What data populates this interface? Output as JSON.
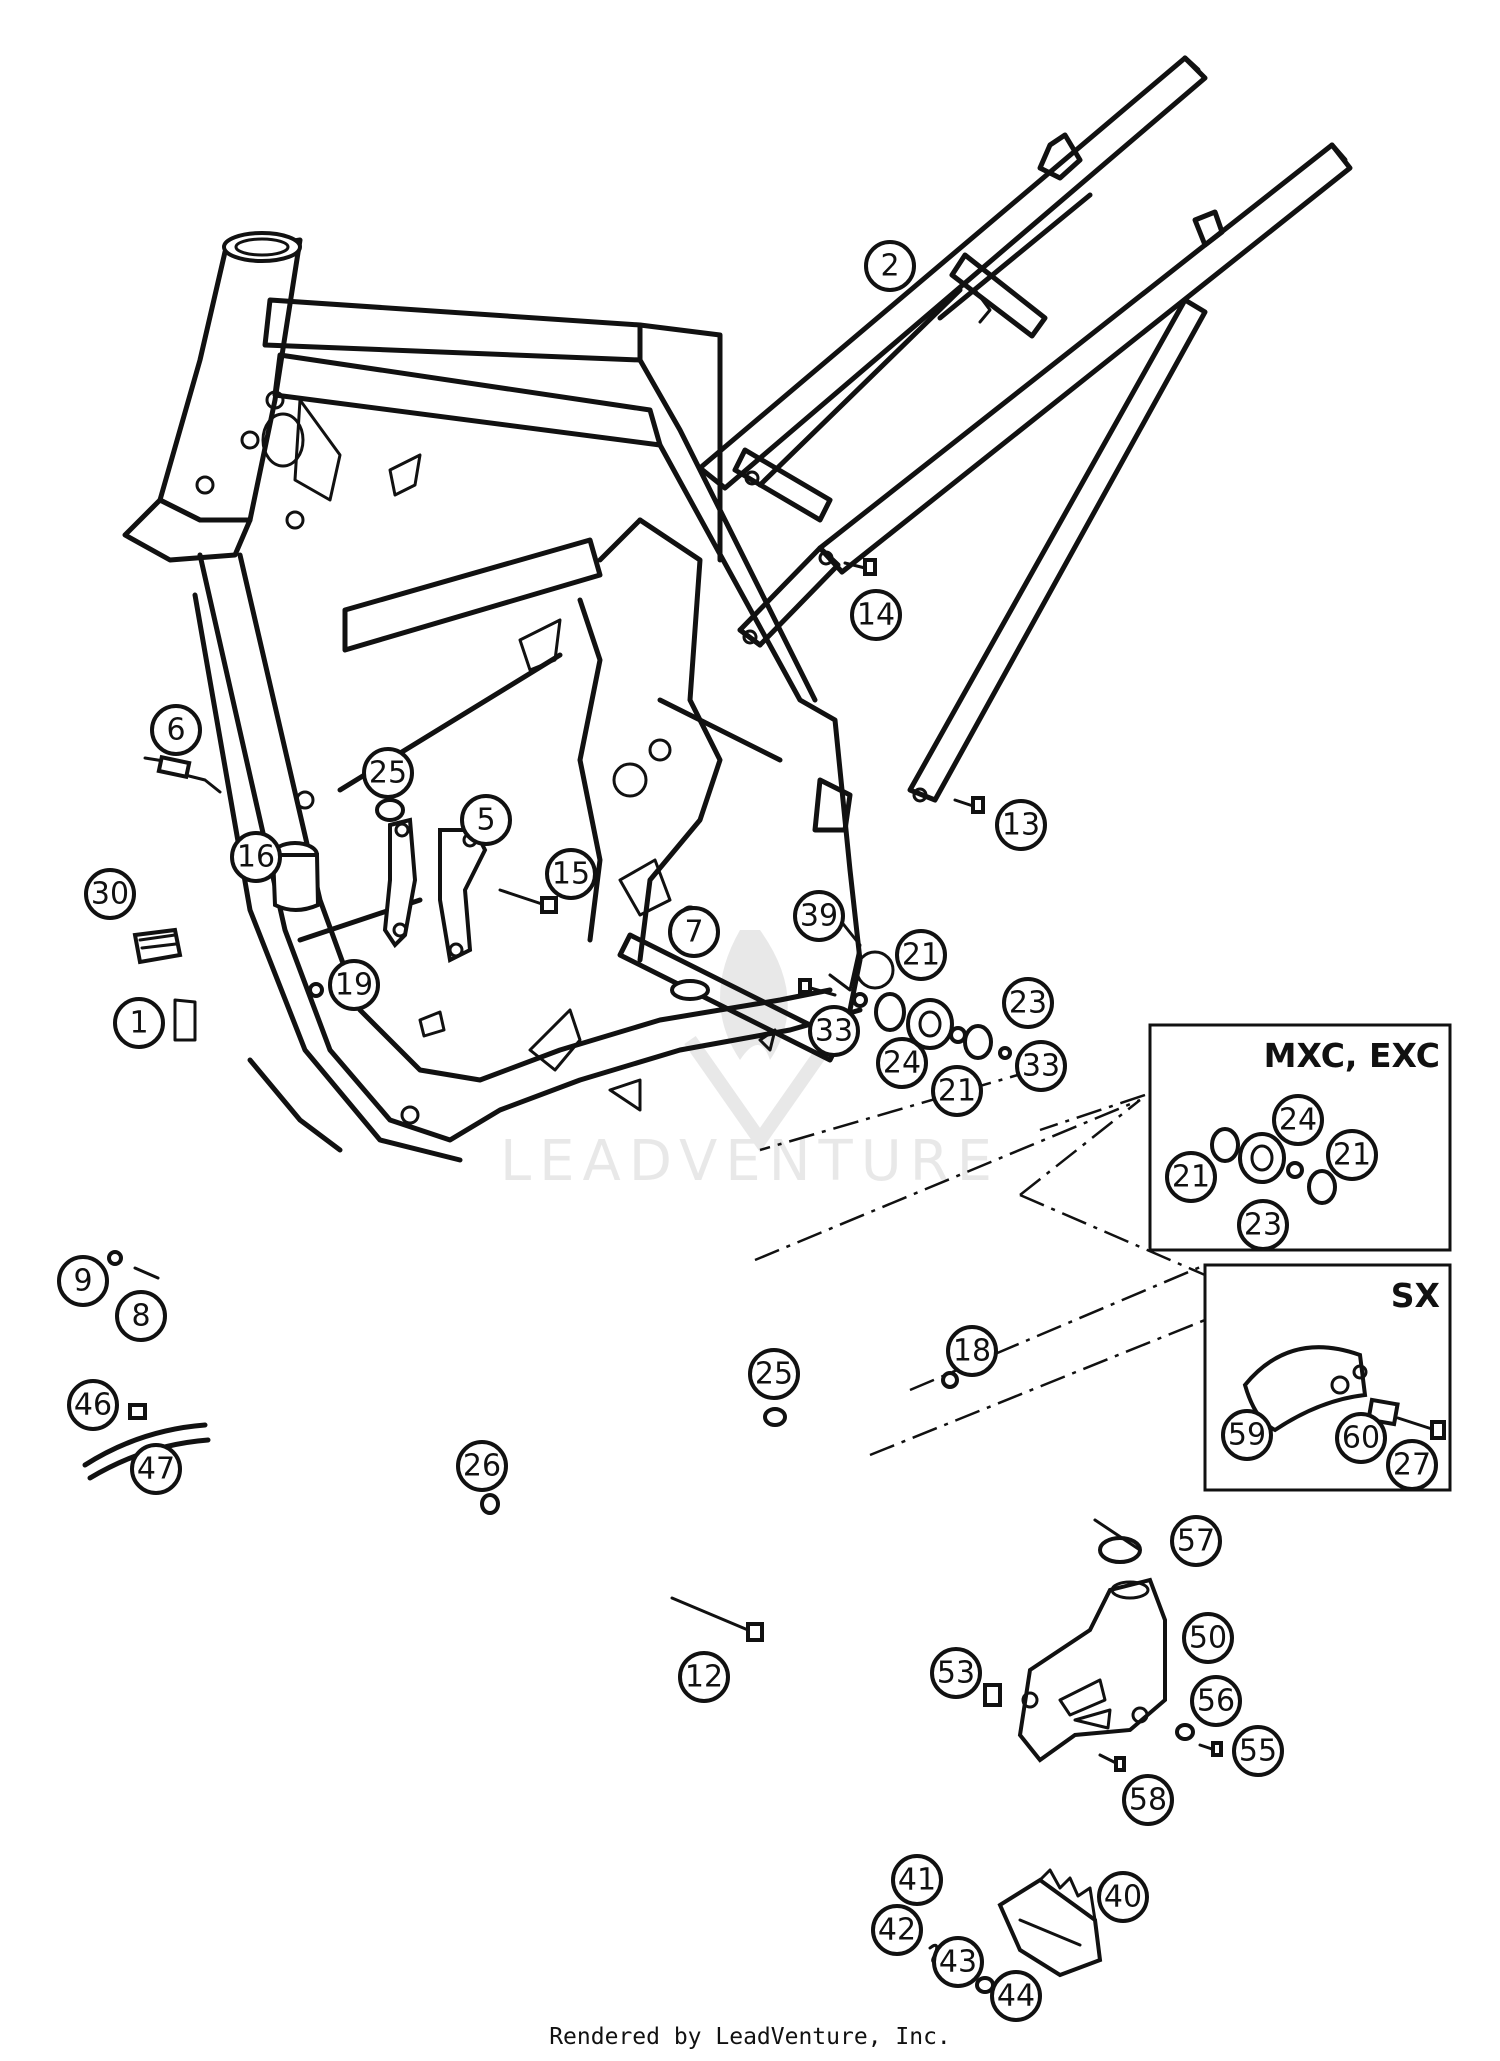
{
  "callouts": [
    {
      "label": "1"
    },
    {
      "label": "2"
    },
    {
      "label": "5"
    },
    {
      "label": "6"
    },
    {
      "label": "7"
    },
    {
      "label": "8"
    },
    {
      "label": "9"
    },
    {
      "label": "12"
    },
    {
      "label": "13"
    },
    {
      "label": "14"
    },
    {
      "label": "15"
    },
    {
      "label": "16"
    },
    {
      "label": "18"
    },
    {
      "label": "19"
    },
    {
      "label": "21"
    },
    {
      "label": "21"
    },
    {
      "label": "21"
    },
    {
      "label": "21"
    },
    {
      "label": "23"
    },
    {
      "label": "23"
    },
    {
      "label": "24"
    },
    {
      "label": "24"
    },
    {
      "label": "25"
    },
    {
      "label": "25"
    },
    {
      "label": "26"
    },
    {
      "label": "27"
    },
    {
      "label": "30"
    },
    {
      "label": "33"
    },
    {
      "label": "33"
    },
    {
      "label": "39"
    },
    {
      "label": "40"
    },
    {
      "label": "41"
    },
    {
      "label": "42"
    },
    {
      "label": "43"
    },
    {
      "label": "44"
    },
    {
      "label": "46"
    },
    {
      "label": "47"
    },
    {
      "label": "50"
    },
    {
      "label": "53"
    },
    {
      "label": "55"
    },
    {
      "label": "56"
    },
    {
      "label": "57"
    },
    {
      "label": "58"
    },
    {
      "label": "59"
    },
    {
      "label": "60"
    }
  ],
  "variants": [
    {
      "label": "MXC, EXC"
    },
    {
      "label": "SX"
    }
  ],
  "footer": "Rendered by LeadVenture, Inc."
}
